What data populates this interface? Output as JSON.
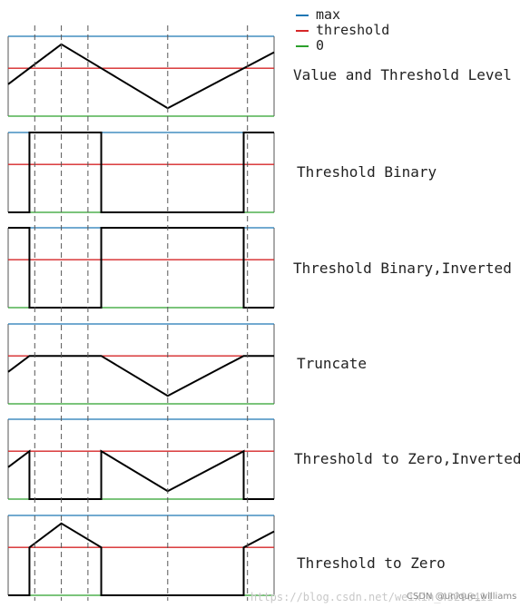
{
  "colors": {
    "max": "#1f77b4",
    "threshold": "#d62728",
    "zero": "#2ca02c",
    "signal": "#000000",
    "guide": "#555555"
  },
  "legend": [
    {
      "label": "max",
      "color": "#1f77b4"
    },
    {
      "label": "threshold",
      "color": "#d62728"
    },
    {
      "label": "0",
      "color": "#2ca02c"
    }
  ],
  "panels": [
    {
      "label": "Value and Threshold Level",
      "mode": "value"
    },
    {
      "label": "Threshold Binary",
      "mode": "binary"
    },
    {
      "label": "Threshold Binary,Inverted",
      "mode": "binary_inv"
    },
    {
      "label": "Truncate",
      "mode": "trunc"
    },
    {
      "label": "Threshold to Zero,Inverted",
      "mode": "tozero_inv"
    },
    {
      "label": "Threshold to Zero",
      "mode": "tozero"
    }
  ],
  "levels": {
    "max": 1.0,
    "threshold": 0.6,
    "zero": 0.0
  },
  "signal": {
    "t": [
      0,
      0.2,
      0.6,
      1.0
    ],
    "v": [
      0.4,
      0.9,
      0.1,
      0.8
    ]
  },
  "guide_t": [
    0.1,
    0.2,
    0.3,
    0.6,
    0.9
  ],
  "watermark": {
    "url": "https://blog.csdn.net/weixin_43296411",
    "csdn": "CSDN @unique_williams"
  }
}
